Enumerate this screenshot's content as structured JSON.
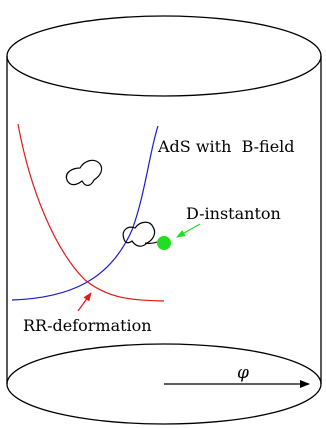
{
  "labels": {
    "ads": "AdS with  B-field",
    "instanton": "D-instanton",
    "deformation": "RR-deformation",
    "axis": "φ"
  },
  "colors": {
    "outline": "#000000",
    "blue_curve": "#1a1acc",
    "red_curve": "#e01a1a",
    "instanton": "#22dd22",
    "instanton_arrow": "#22dd22",
    "deformation_arrow": "#e01a1a"
  }
}
